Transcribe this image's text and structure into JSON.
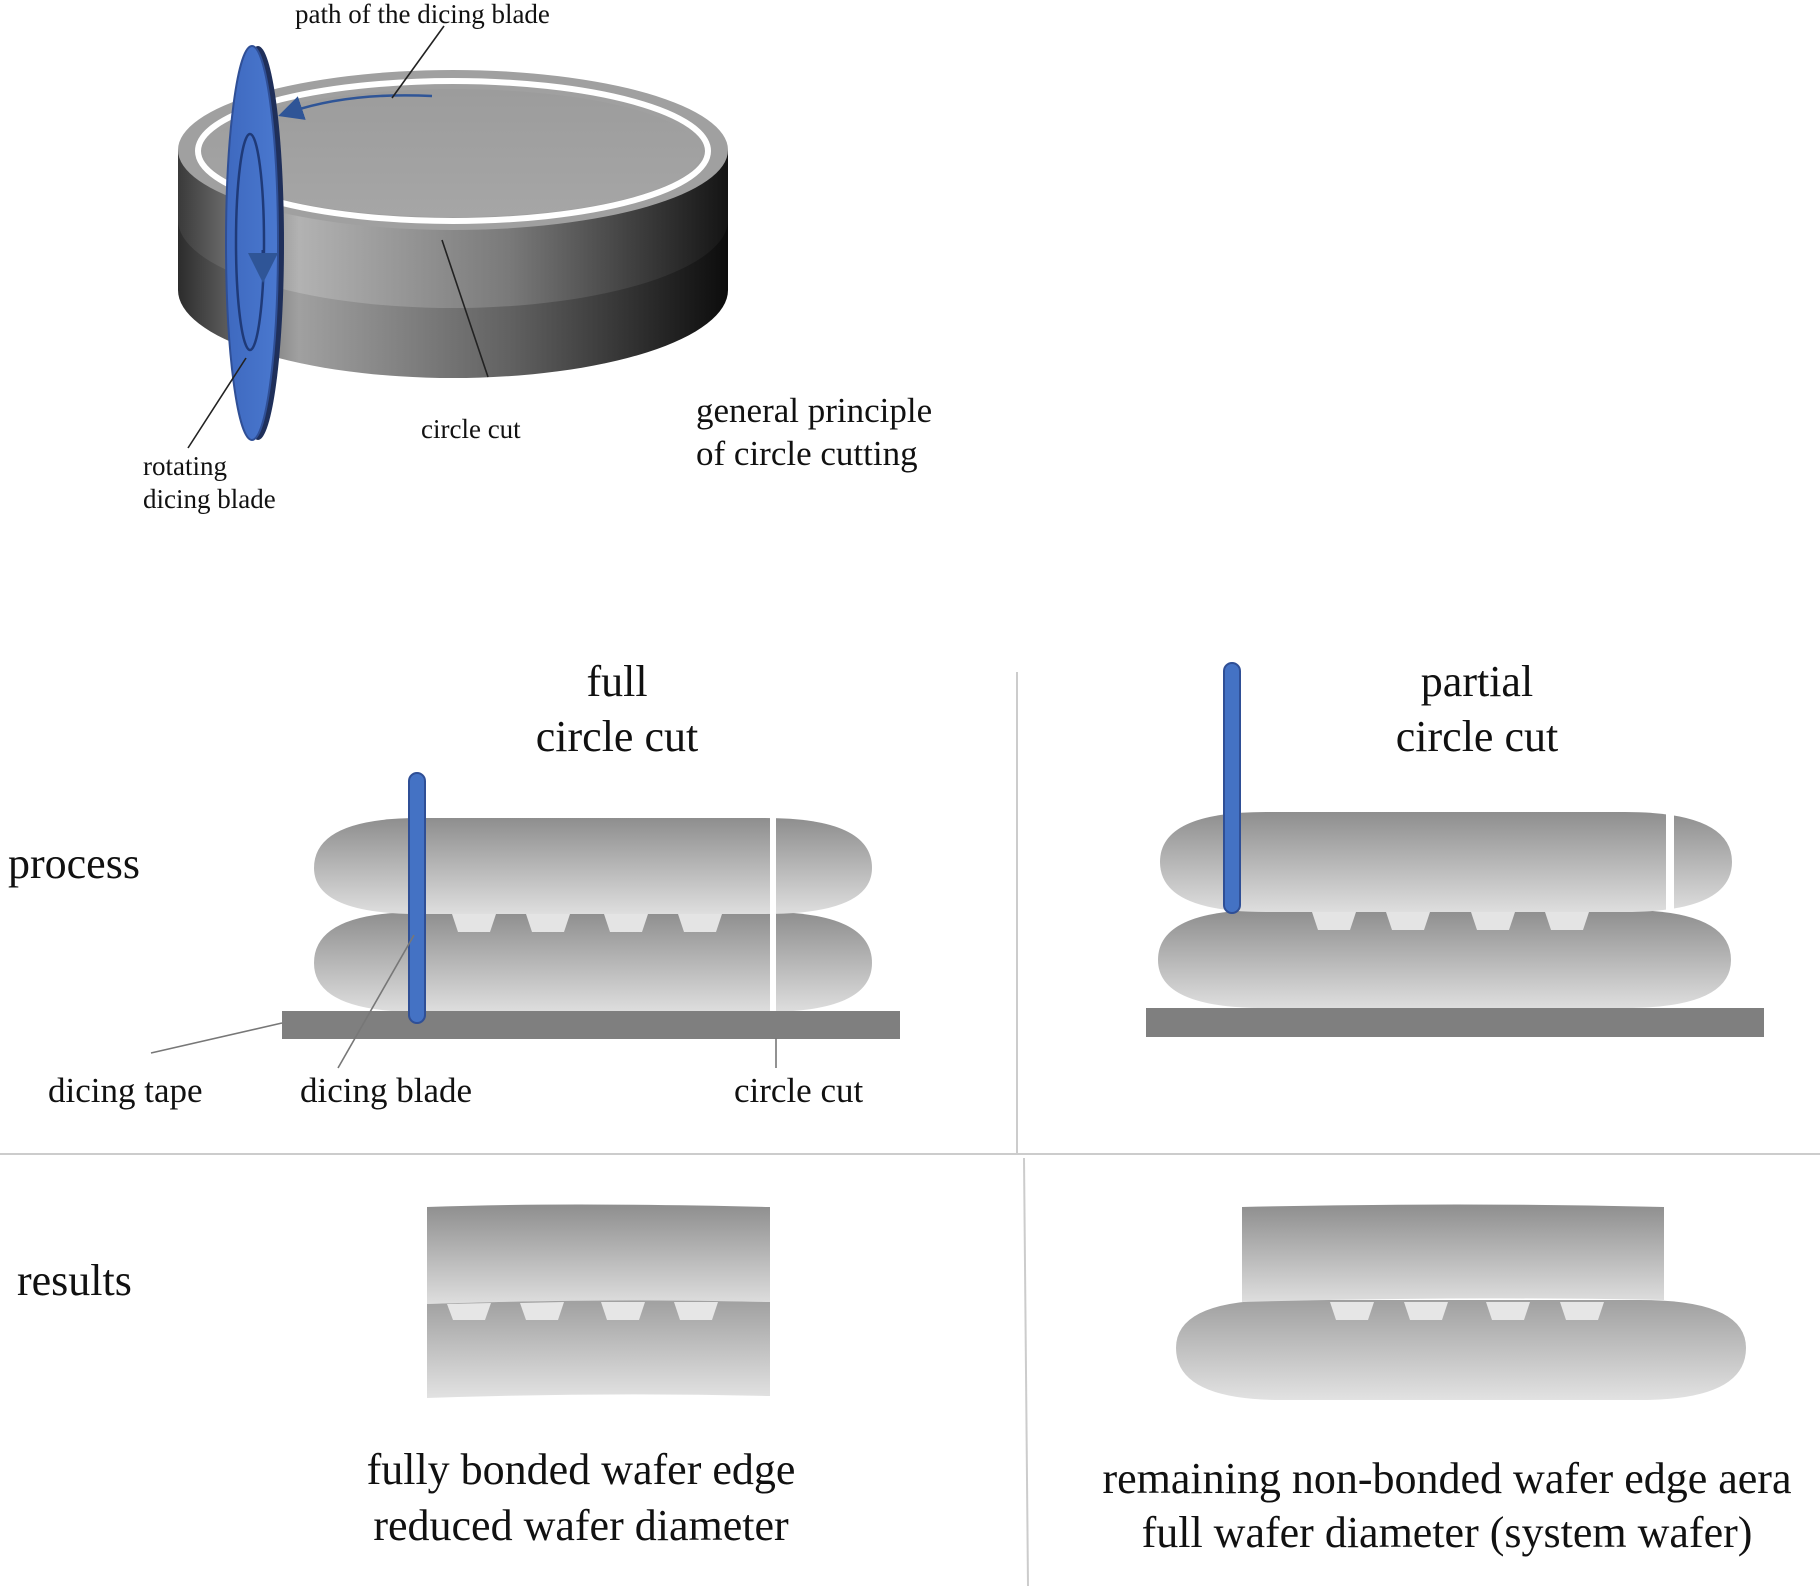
{
  "top": {
    "path_label": "path of the dicing blade",
    "circle_cut_label": "circle cut",
    "blade_label_line1": "rotating",
    "blade_label_line2": "dicing blade",
    "principle_line1": "general principle",
    "principle_line2": "of circle cutting"
  },
  "rows": {
    "process": "process",
    "results": "results"
  },
  "full": {
    "title_line1": "full",
    "title_line2": "circle cut",
    "dicing_tape_label": "dicing tape",
    "dicing_blade_label": "dicing blade",
    "circle_cut_label": "circle cut",
    "result_line1": "fully bonded wafer edge",
    "result_line2": "reduced wafer diameter"
  },
  "partial": {
    "title_line1": "partial",
    "title_line2": "circle cut",
    "result_line1": "remaining non-bonded wafer edge aera",
    "result_line2": "full wafer diameter (system wafer)"
  },
  "colors": {
    "blade": "#4472c4",
    "blade_edge": "#2f4f96",
    "arrow": "#2f5597",
    "tape": "#7f7f7f",
    "divider": "#cccccc"
  }
}
